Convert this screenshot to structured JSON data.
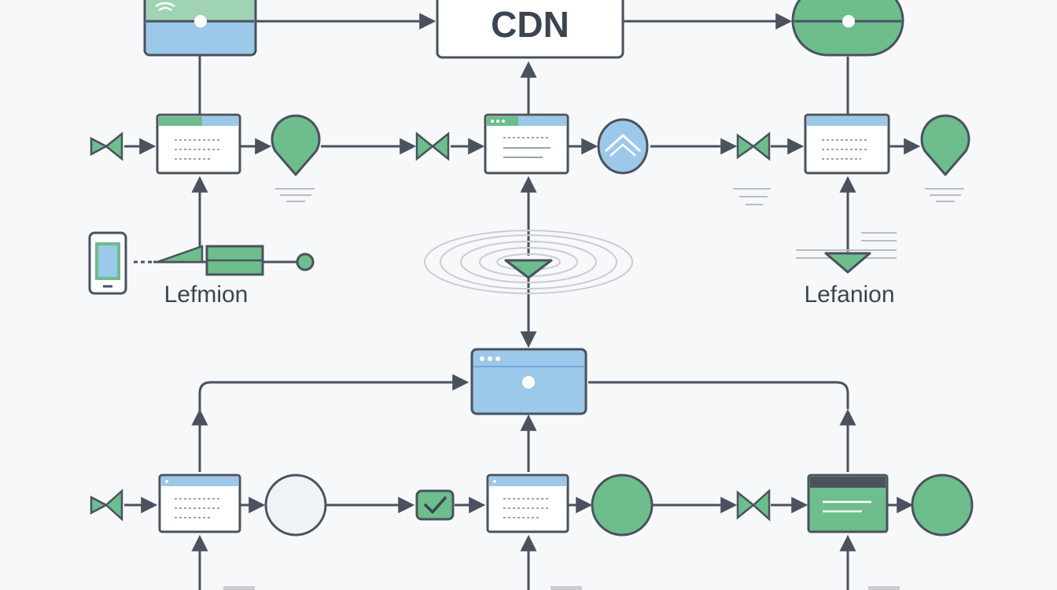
{
  "title": "CDN",
  "labels": {
    "left": "Lefmion",
    "right": "Lefanion"
  },
  "colors": {
    "stroke": "#4a525e",
    "green": "#6dbd8d",
    "green_light": "#9fd3b3",
    "blue": "#9cc8ea",
    "blue_dark": "#6a9fd6",
    "panel": "#ffffff",
    "background": "#f7f8f9"
  },
  "icons": [
    "wifi-icon",
    "valve-icon",
    "location-pin-icon",
    "checkmark-icon",
    "mobile-phone-icon",
    "browser-window-icon",
    "signal-waves-icon"
  ]
}
